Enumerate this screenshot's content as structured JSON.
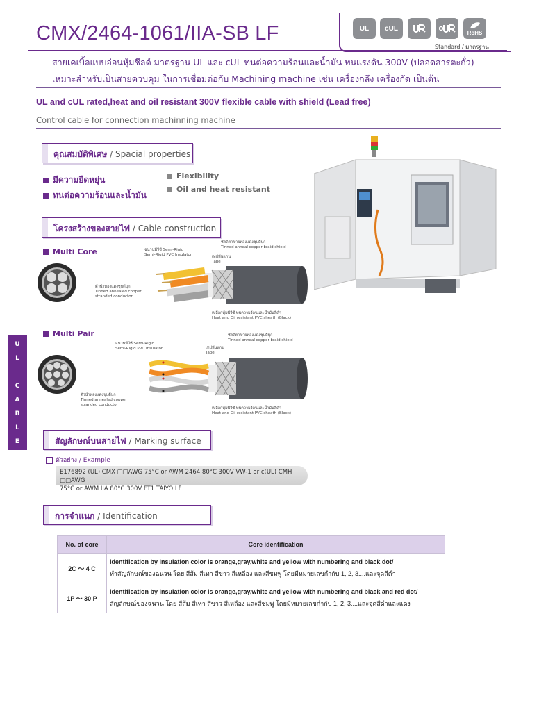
{
  "header": {
    "title": "CMX/2464-1061/IIA-SB LF",
    "cert_icons": [
      "ul-icon",
      "cul-icon",
      "ur-icon",
      "cur-icon",
      "rohs-icon"
    ],
    "cert_labels": [
      "UL",
      "cUL",
      "",
      "",
      "RoHS"
    ],
    "standard_label": "Standard / มาตรฐาน"
  },
  "desc": {
    "th_line1": "สายเคเบิ้ลแบบอ่อนหุ้มชีลด์ มาตรฐาน UL และ cUL ทนต่อความร้อนและน้ำมัน ทนแรงดัน 300V (ปลอดสารตะกั่ว)",
    "th_line2": "เหมาะสำหรับเป็นสายควบคุม ในการเชื่อมต่อกับ Machining machine  เช่น เครื่องกลึง เครื่องกัด เป็นต้น",
    "en_title": "UL and cUL rated,heat and oil resistant 300V flexible cable with shield (Lead free)",
    "en_sub": "Control cable for connection machinning machine"
  },
  "special": {
    "th": "คุณสมบัติพิเศษ",
    "en": " / Spacial properties",
    "items_th": [
      "มีความยืดหยุ่น",
      "ทนต่อความร้อนและน้ำมัน"
    ],
    "items_en": [
      "Flexibility",
      "Oil and heat resistant"
    ]
  },
  "construction": {
    "th": "โครงสร้างของสายไฟ",
    "en": " / Cable construction",
    "multi_core": "Multi Core",
    "multi_pair": "Multi Pair",
    "lbl_shield_th": "ชีลด์ตาข่ายทองแดงชุบดีบุก",
    "lbl_shield_en": "Tinned anneal copper braid shield",
    "lbl_insul_th": "ฉนวนพีวีซี Semi-Rigid",
    "lbl_insul_en": "Semi-Rigid PVC Insulator",
    "lbl_tape_th": "เทปพันแกน",
    "lbl_tape_en": "Tape",
    "lbl_cond_th": "ตัวนำทองแดงชุบดีบุก",
    "lbl_cond_en1": "Tinned annealed copper",
    "lbl_cond_en2": "stranded conductor",
    "lbl_sheath_th": "เปลือกหุ้มพีวีซี ทนความร้อนและน้ำมันสีดำ",
    "lbl_sheath_en": "Heat and Oil resistant PVC sheath (Black)"
  },
  "side_tab": [
    "U",
    "L",
    "",
    "C",
    "A",
    "B",
    "L",
    "E"
  ],
  "marking": {
    "th": "สัญลักษณ์บนสายไฟ",
    "en": " / Marking surface",
    "example": "ตัวอย่าง / Example",
    "line1": "E176892 (UL) CMX □□AWG 75°C or AWM 2464 80°C 300V VW-1 or c(UL) CMH □□AWG",
    "line2": "75°C or      AWM IIA 80°C 300V FT1 TAIYO LF"
  },
  "identification": {
    "th": "การจำแนก",
    "en": " / Identification",
    "col1": "No. of core",
    "col2": "Core identification",
    "rows": [
      {
        "core": "2C 〜 4 C",
        "en": "Identification by insulation color is orange,gray,white and yellow with numbering and black dot/",
        "th": "ทำสัญลักษณ์ของฉนวน โดย สีส้ม สีเทา สีขาว สีเหลือง และสีชมพู โดยมีหมายเลขกำกับ 1, 2, 3....และจุดสีดำ"
      },
      {
        "core": "1P 〜 30 P",
        "en": "Identification by insulation color is orange,gray,white and yellow with numbering and black and red dot/",
        "th": "สัญลักษณ์ของฉนวน โดย สีส้ม สีเทา สีขาว สีเหลือง และสีชมพู โดยมีหมายเลขกำกับ 1, 2, 3....และจุดสีดำและแดง"
      }
    ]
  },
  "colors": {
    "brand": "#6a2a8c",
    "cert_gray": "#8d8f93",
    "table_head": "#dcd0ea"
  }
}
